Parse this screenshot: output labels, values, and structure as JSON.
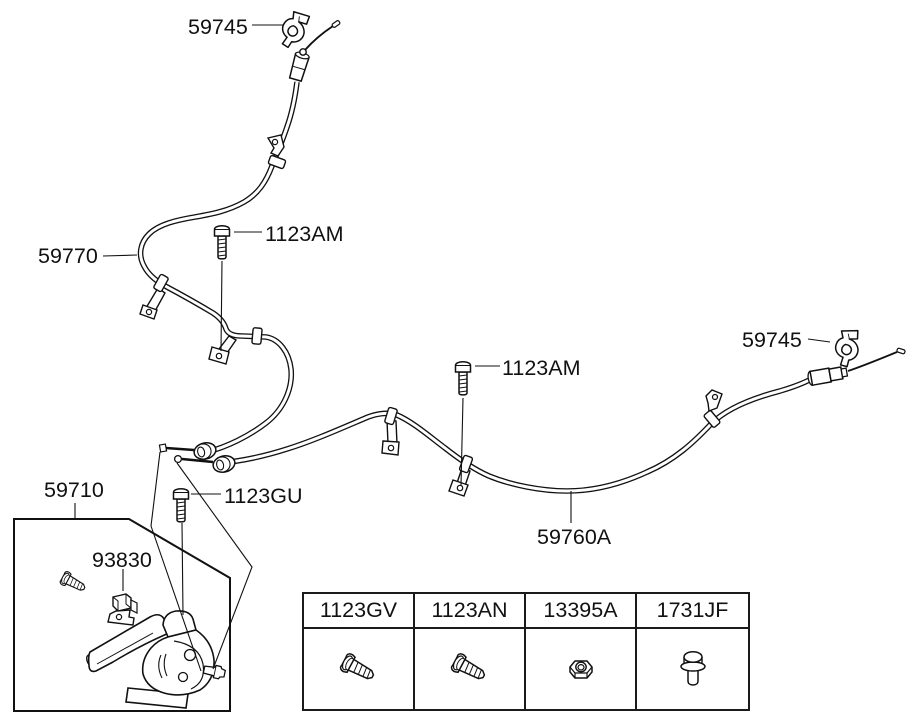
{
  "diagram": {
    "title": "parking-brake-cable-parts-diagram",
    "labels": {
      "clip_top": "59745",
      "front_cable": "59770",
      "bolt_front": "1123AM",
      "bolt_rear": "1123AM",
      "clip_right": "59745",
      "lever_assembly_box": "59710",
      "bolt_lever": "1123GU",
      "cable_clip": "93830",
      "rear_cable": "59760A"
    },
    "colors": {
      "line": "#111111",
      "background": "#ffffff"
    }
  },
  "parts_table": {
    "columns": [
      {
        "code": "1123GV",
        "icon": "hex-bolt-icon"
      },
      {
        "code": "1123AN",
        "icon": "hex-bolt-icon"
      },
      {
        "code": "13395A",
        "icon": "hex-nut-icon"
      },
      {
        "code": "1731JF",
        "icon": "flange-bolt-icon"
      }
    ]
  }
}
